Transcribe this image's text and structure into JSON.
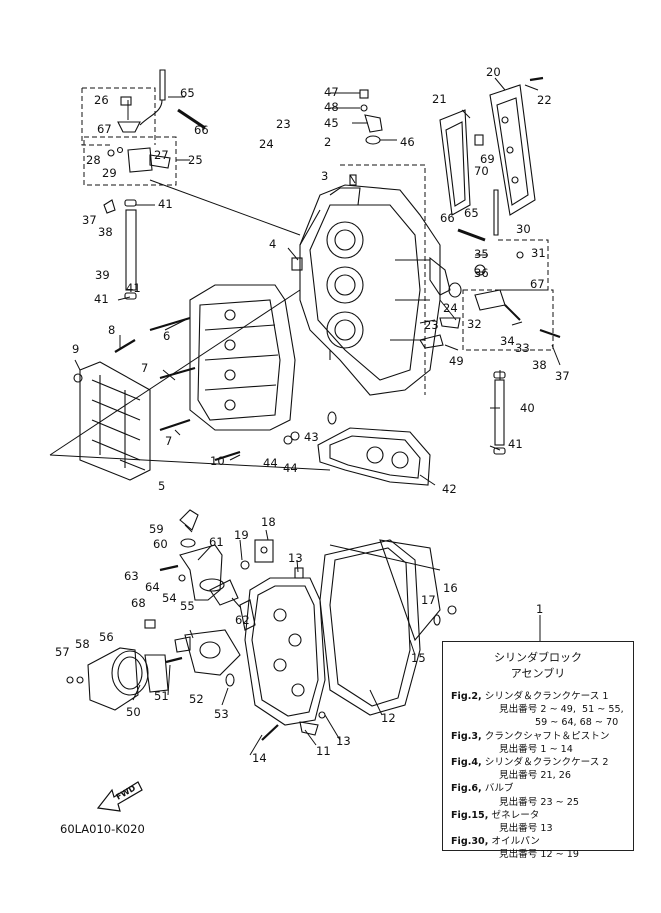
{
  "diagram_code": "60LA010-K020",
  "fwd_label": "FWD",
  "callouts": [
    "1",
    "2",
    "3",
    "4",
    "5",
    "6",
    "7",
    "7",
    "8",
    "9",
    "10",
    "11",
    "12",
    "13",
    "13",
    "14",
    "15",
    "16",
    "17",
    "18",
    "19",
    "20",
    "21",
    "22",
    "23",
    "23",
    "24",
    "24",
    "25",
    "26",
    "27",
    "28",
    "29",
    "30",
    "31",
    "32",
    "33",
    "34",
    "35",
    "36",
    "37",
    "37",
    "38",
    "38",
    "39",
    "40",
    "41",
    "41",
    "41",
    "41",
    "42",
    "43",
    "44",
    "44",
    "45",
    "46",
    "47",
    "48",
    "49",
    "50",
    "51",
    "52",
    "53",
    "54",
    "55",
    "56",
    "57",
    "58",
    "59",
    "60",
    "61",
    "62",
    "63",
    "64",
    "65",
    "65",
    "66",
    "66",
    "67",
    "67",
    "68",
    "69",
    "70"
  ],
  "legend": {
    "title_line1": "シリンダブロック",
    "title_line2": "アセンブリ",
    "rows": [
      {
        "fig": "Fig.2,",
        "desc": " シリンダ＆クランクケース 1",
        "sub": "見出番号 2 ~ 49,  51 ~ 55,",
        "cont": "59 ~ 64,  68 ~ 70"
      },
      {
        "fig": "Fig.3,",
        "desc": " クランクシャフト＆ピストン",
        "sub": "見出番号 1 ~ 14",
        "cont": ""
      },
      {
        "fig": "Fig.4,",
        "desc": " シリンダ＆クランクケース 2",
        "sub": "見出番号 21, 26",
        "cont": ""
      },
      {
        "fig": "Fig.6,",
        "desc": " バルブ",
        "sub": "見出番号 23 ~ 25",
        "cont": ""
      },
      {
        "fig": "Fig.15,",
        "desc": " ゼネレータ",
        "sub": "見出番号 13",
        "cont": ""
      },
      {
        "fig": "Fig.30,",
        "desc": " オイルパン",
        "sub": "見出番号 12 ~ 19",
        "cont": ""
      }
    ]
  }
}
